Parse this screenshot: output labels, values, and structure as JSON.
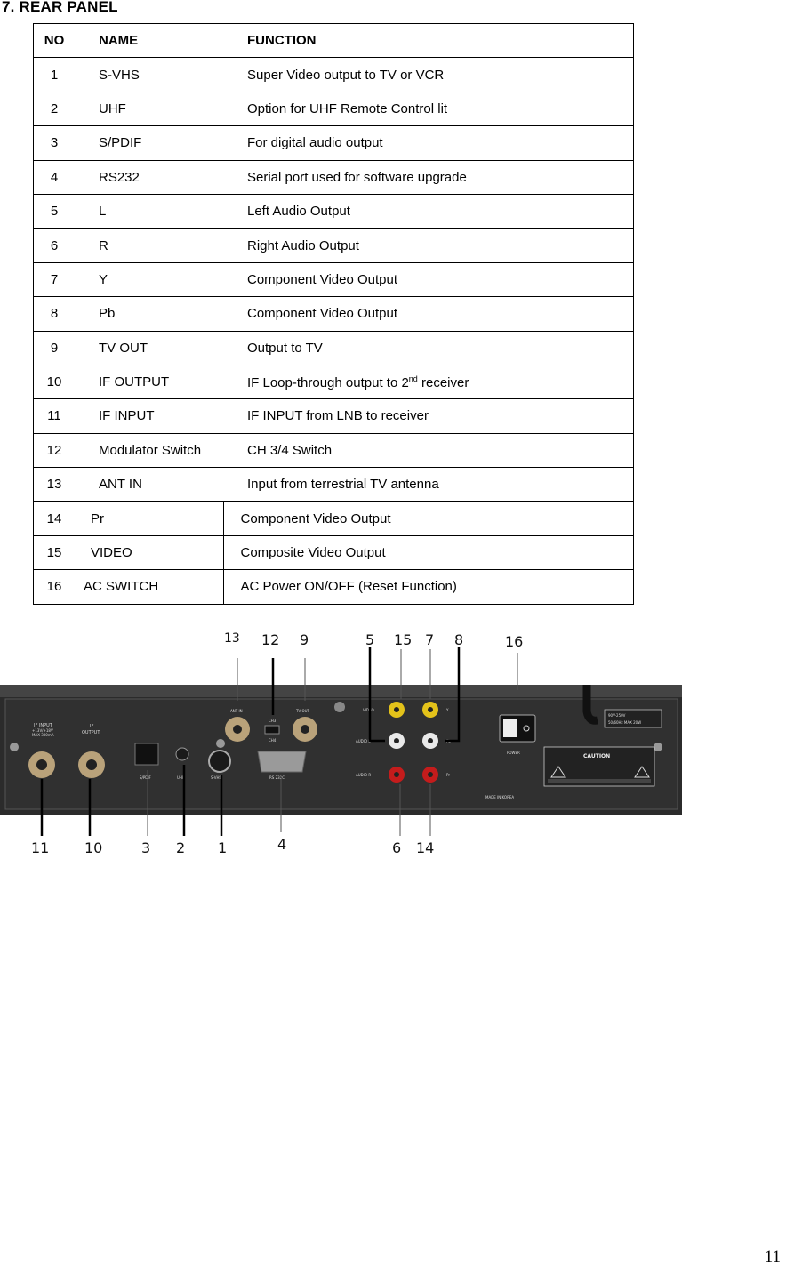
{
  "section_title": "7. REAR PANEL",
  "table": {
    "headers": {
      "no": "NO",
      "name": "NAME",
      "function": "FUNCTION"
    },
    "rows": [
      {
        "no": "1",
        "name": "S-VHS",
        "function": "Super Video output to TV or VCR"
      },
      {
        "no": "2",
        "name": "UHF",
        "function": "Option for UHF Remote Control lit"
      },
      {
        "no": "3",
        "name": "S/PDIF",
        "function": "For digital audio output"
      },
      {
        "no": "4",
        "name": "RS232",
        "function": "Serial port used for software upgrade"
      },
      {
        "no": "5",
        "name": "L",
        "function": "Left Audio Output"
      },
      {
        "no": "6",
        "name": "R",
        "function": "Right Audio Output"
      },
      {
        "no": "7",
        "name": "Y",
        "function": "Component Video Output"
      },
      {
        "no": "8",
        "name": "Pb",
        "function": "Component Video Output"
      },
      {
        "no": "9",
        "name": "TV OUT",
        "function": "Output to TV"
      },
      {
        "no": "10",
        "name": "IF OUTPUT",
        "function_pre": "IF Loop-through output to 2",
        "function_sup": "nd",
        "function_post": " receiver"
      },
      {
        "no": "11",
        "name": "IF INPUT",
        "function": "IF INPUT from LNB to receiver"
      },
      {
        "no": "12",
        "name": "Modulator Switch",
        "function": "CH 3/4 Switch"
      },
      {
        "no": "13",
        "name": "ANT IN",
        "function": "Input from terrestrial TV antenna"
      },
      {
        "no": "14",
        "name": "Pr",
        "function": "Component Video Output"
      },
      {
        "no": "15",
        "name": "VIDEO",
        "function": "Composite Video Output"
      },
      {
        "no": "16",
        "name": "AC SWITCH",
        "function": "AC Power ON/OFF (Reset Function)"
      }
    ]
  },
  "diagram": {
    "top_callouts": [
      "13",
      "12",
      "9",
      "5",
      "15",
      "7",
      "8",
      "16"
    ],
    "bottom_callouts": [
      "11",
      "10",
      "3",
      "2",
      "1",
      "4",
      "6",
      "14"
    ],
    "panel_labels": {
      "if_input": "IF INPUT",
      "if_input_spec1": "+13V/+18V",
      "if_input_spec2": "MAX 300mA",
      "if_output": "IF",
      "if_output_2": "OUTPUT",
      "spdif": "S/PDIF",
      "uhf": "UHF",
      "svhs": "S-VHS",
      "rs232c": "RS 232C",
      "ant_in": "ANT IN",
      "tv_out": "TV OUT",
      "ch3": "CH3",
      "ch4": "CH4",
      "video": "VIDEO",
      "audio_l": "AUDIO L",
      "audio_r": "AUDIO R",
      "y": "Y",
      "pb": "Pb",
      "pr": "Pr",
      "power": "POWER",
      "rating1": "90V-250V",
      "rating2": "50/60Hz MAX 20W",
      "caution": "CAUTION",
      "made_in": "MADE IN KOREA"
    },
    "colors": {
      "panel": "#2b2b2b",
      "panel_top": "#444444",
      "rca_yellow": "#e3c21a",
      "rca_red": "#c41c1c",
      "rca_white": "#e9e9e9",
      "rf_gold": "#b9a27a"
    }
  },
  "page_number": "11"
}
